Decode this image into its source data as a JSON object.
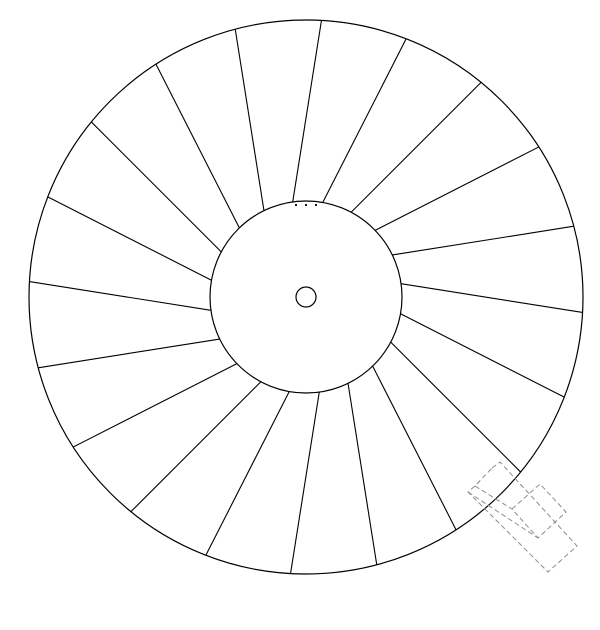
{
  "diagram": {
    "kind": "segmented-disc",
    "segment_count": 20,
    "center_hole": true,
    "marker_dots": 3,
    "detached_slot_piece": true
  },
  "colors": {
    "background": "#ffffff",
    "stroke": "#000000",
    "dashed_stroke": "#8c8c8c"
  }
}
